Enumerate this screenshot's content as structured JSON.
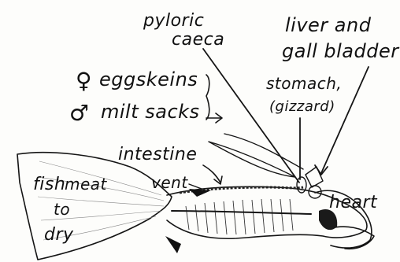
{
  "diagram": {
    "labels": {
      "pyloric_caeca_line1": "pyloric",
      "pyloric_caeca_line2": "caeca",
      "liver_line1": "liver and",
      "liver_line2": "gall bladder",
      "eggskeins_symbol": "♀",
      "eggskeins_text": "eggskeins",
      "milt_symbol": "♂",
      "milt_text": "milt sacks",
      "stomach_line1": "stomach,",
      "stomach_line2": "(gizzard)",
      "intestine": "intestine",
      "vent": "vent",
      "heart": "heart",
      "fish_meat_line1": "fish",
      "fish_meat_line2": "meat",
      "fish_meat_line3": "to",
      "fish_meat_line4": "dry"
    }
  }
}
